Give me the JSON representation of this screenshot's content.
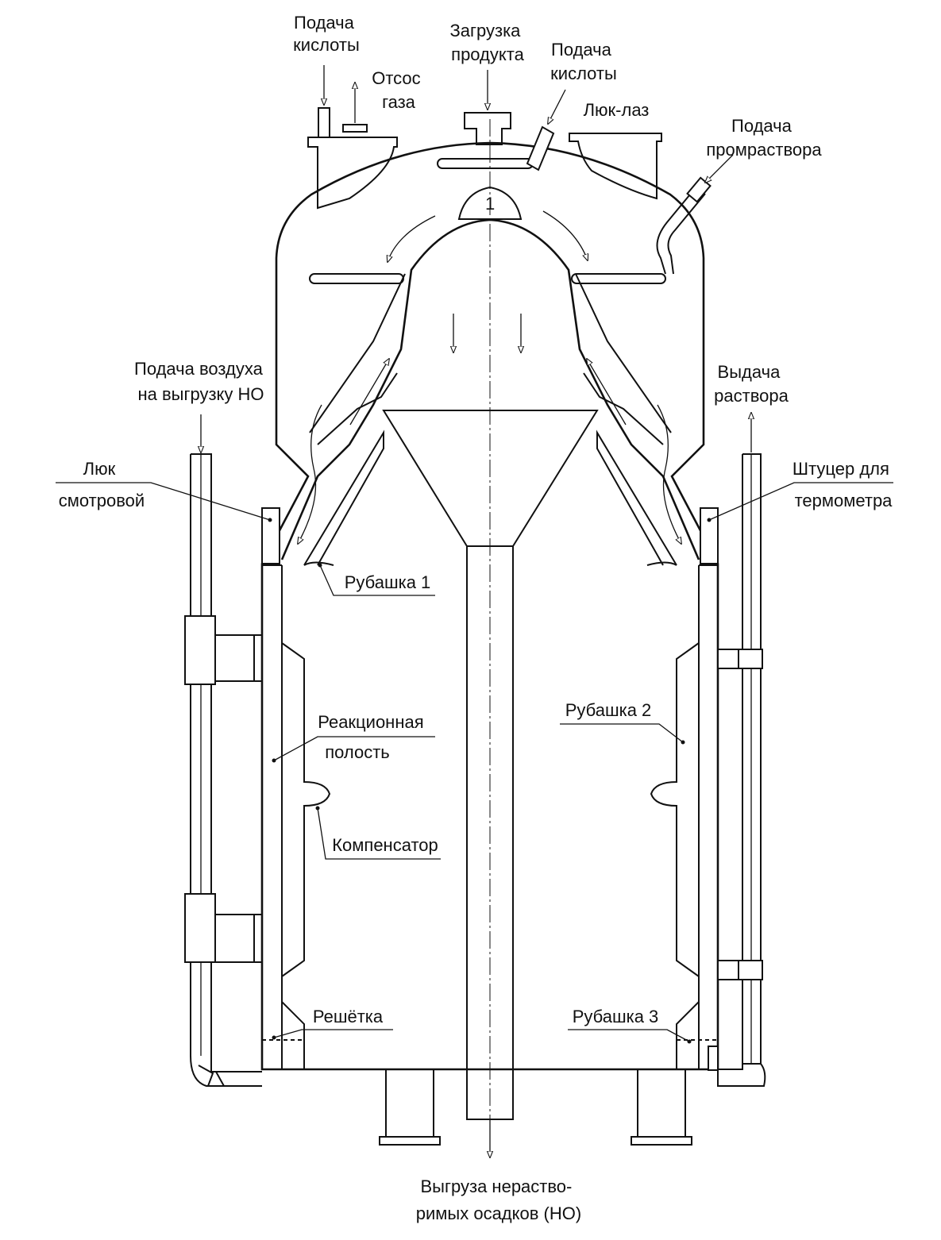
{
  "diagram": {
    "labels": {
      "acid_feed_left": [
        "Подача",
        "кислоты"
      ],
      "gas_suction": [
        "Отсос",
        "газа"
      ],
      "product_load": [
        "Загрузка",
        "продукта"
      ],
      "acid_feed_right": [
        "Подача",
        "кислоты"
      ],
      "manhole": [
        "Люк-лаз"
      ],
      "wash_solution_feed": [
        "Подача",
        "промраствора"
      ],
      "air_feed": [
        "Подача воздуха",
        "на выгрузку НО"
      ],
      "solution_output": [
        "Выдача",
        "раствора"
      ],
      "sight_hatch": [
        "Люк",
        "смотровой"
      ],
      "thermometer_fitting": [
        "Штуцер для",
        "термометра"
      ],
      "jacket_1": [
        "Рубашка 1"
      ],
      "reaction_cavity": [
        "Реакционная",
        "полость"
      ],
      "jacket_2": [
        "Рубашка 2"
      ],
      "compensator": [
        "Компенсатор"
      ],
      "grate": [
        "Решётка"
      ],
      "jacket_3": [
        "Рубашка 3"
      ],
      "sediment_unload": [
        "Выгруза нераство-",
        "римых осадков (НО)"
      ],
      "cone_number": "1"
    }
  }
}
